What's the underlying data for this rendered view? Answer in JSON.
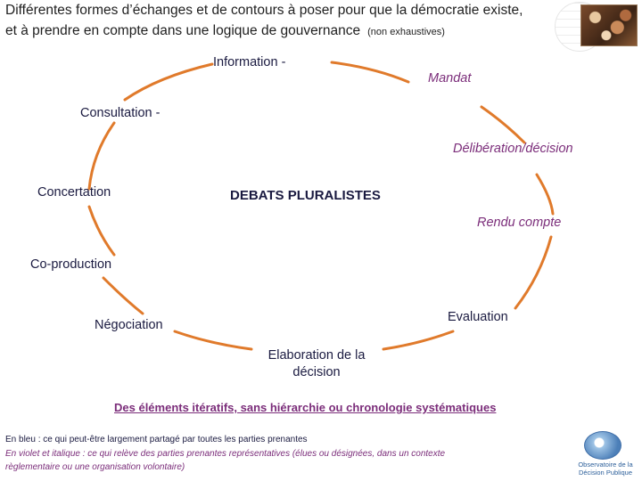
{
  "title": {
    "line1": "Différentes formes d’échanges et de contours à poser pour que la démocratie existe,",
    "line2": "et à prendre en compte dans une logique de gouvernance",
    "line2_note": "(non exhaustives)"
  },
  "diagram": {
    "center_label": "DEBATS PLURALISTES",
    "nodes_blue": {
      "information": "Information -",
      "consultation": "Consultation -",
      "concertation": "Concertation",
      "coproduction": "Co-production",
      "negociation": "Négociation",
      "evaluation": "Evaluation"
    },
    "nodes_purple": {
      "mandat": "Mandat",
      "deliberation": "Délibération/décision",
      "rendu_compte": "Rendu compte"
    },
    "elaboration_line1": "Elaboration de la",
    "elaboration_line2": "décision",
    "ring_color": "#e07a2b"
  },
  "footer": {
    "iterative": "Des éléments itératifs, sans hiérarchie ou chronologie systématiques",
    "note_blue": "En bleu : ce qui peut-être largement partagé par toutes les parties prenantes",
    "note_purple_1": "En violet et italique : ce qui relève des parties prenantes représentatives (élues ou désignées, dans un contexte",
    "note_purple_2": "règlementaire ou une organisation volontaire)",
    "logo_line1": "Observatoire de la",
    "logo_line2": "Décision Publique"
  }
}
